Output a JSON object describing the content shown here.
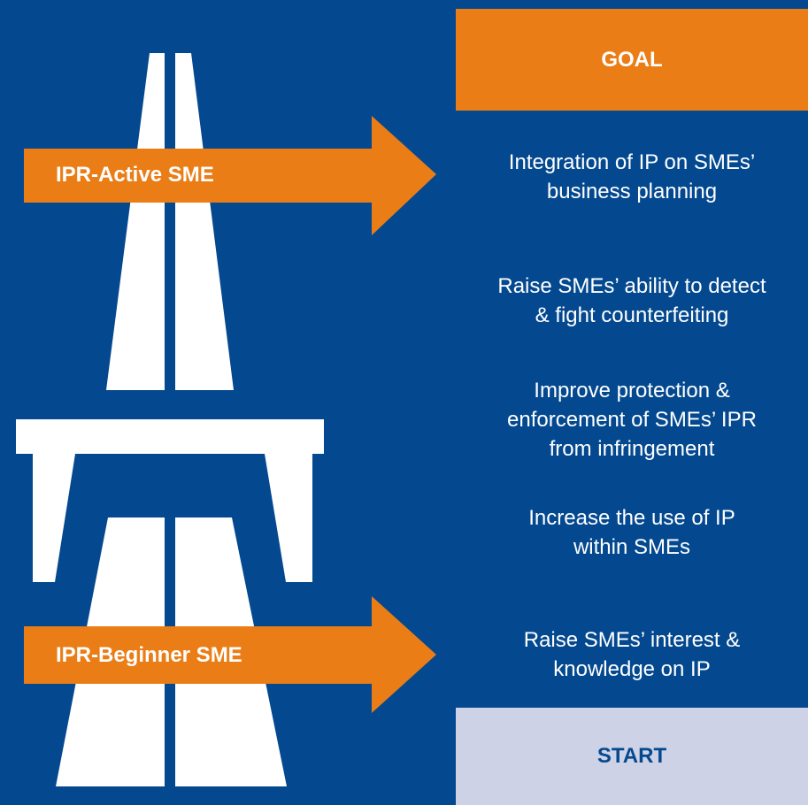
{
  "colors": {
    "background": "#04498f",
    "road": "#ffffff",
    "arrow": "#ea7d16",
    "goal_box": "#ea7d16",
    "start_box": "#cdd2e6",
    "start_text": "#04498f"
  },
  "goal": {
    "label": "GOAL"
  },
  "start": {
    "label": "START"
  },
  "arrows": {
    "active": {
      "label": "IPR-Active SME"
    },
    "beginner": {
      "label": "IPR-Beginner SME"
    }
  },
  "steps": [
    {
      "text": "Integration of IP on SMEs’\nbusiness planning"
    },
    {
      "text": "Raise SMEs’ ability to detect\n& fight counterfeiting"
    },
    {
      "text": "Improve protection &\nenforcement of SMEs’ IPR\nfrom infringement"
    },
    {
      "text": "Increase the use of IP\nwithin SMEs"
    },
    {
      "text": "Raise SMEs’ interest &\nknowledge on IP"
    }
  ]
}
